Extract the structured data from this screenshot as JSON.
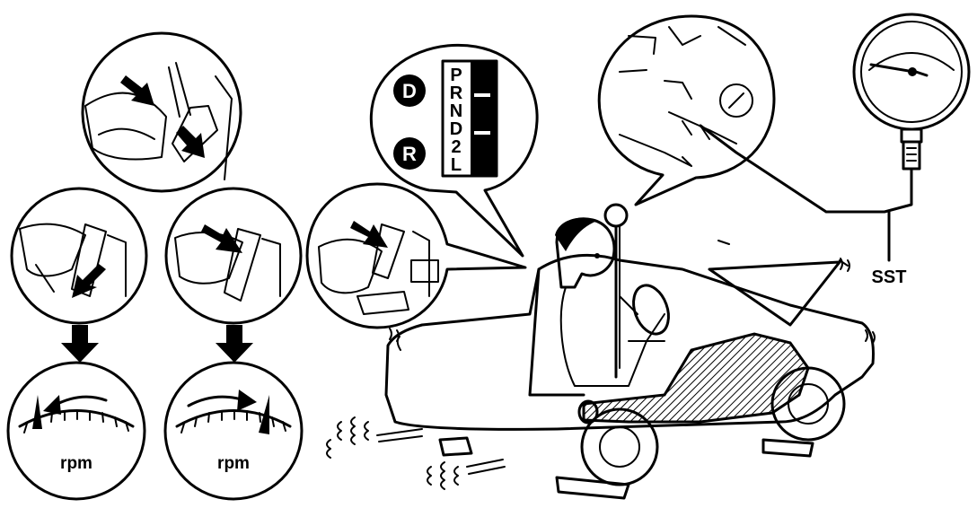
{
  "gauge_left_label": "rpm",
  "gauge_right_label": "rpm",
  "shift_d": "D",
  "shift_r": "R",
  "shift_positions": [
    "P",
    "R",
    "N",
    "D",
    "2",
    "L"
  ],
  "sst_label": "SST",
  "colors": {
    "ink": "#000000",
    "paper": "#ffffff"
  },
  "icons": [
    "down-arrow-icon",
    "left-arrow-icon",
    "right-arrow-icon",
    "press-arrow-icon"
  ]
}
